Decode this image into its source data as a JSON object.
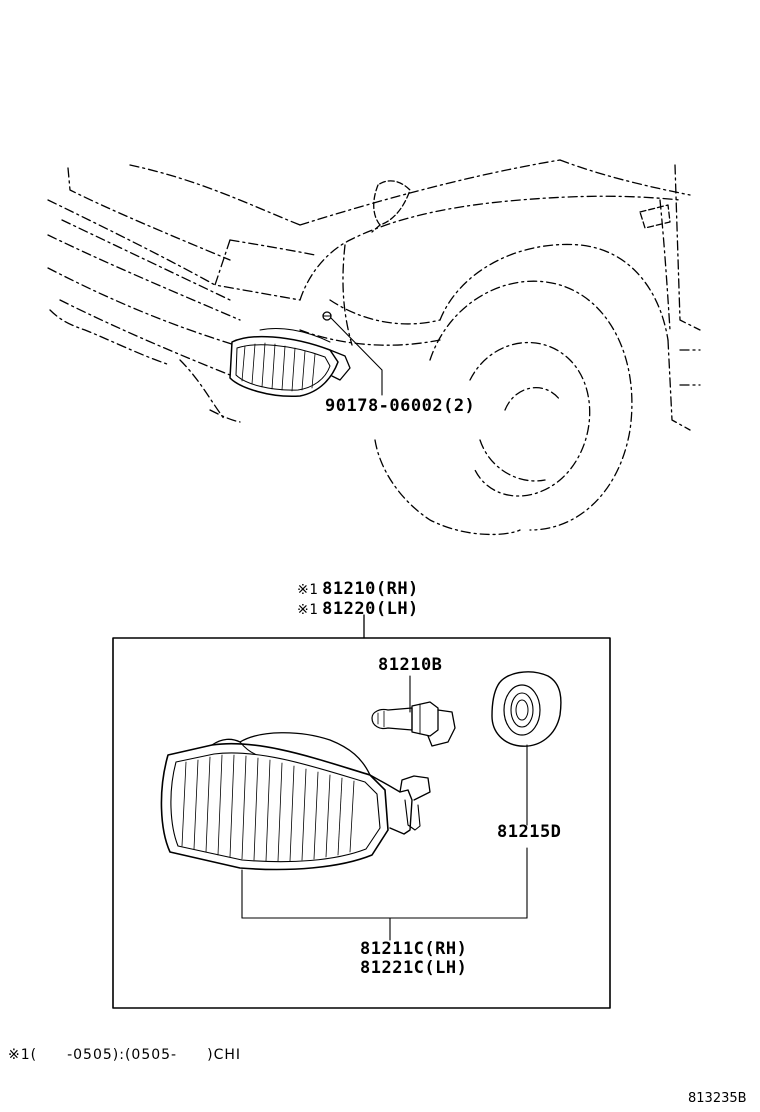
{
  "callouts": {
    "clip_part": "90178-06002(2)",
    "assembly_mark": "※1",
    "assembly_rh": "81210(RH)",
    "assembly_lh": "81220(LH)",
    "bulb": "81210B",
    "socket": "81215D",
    "lamp_rh": "81211C(RH)",
    "lamp_lh": "81221C(LH)"
  },
  "footnote": {
    "text": "※1(　　-0505):(0505-　　)CHI"
  },
  "diagram_id": "813235B"
}
